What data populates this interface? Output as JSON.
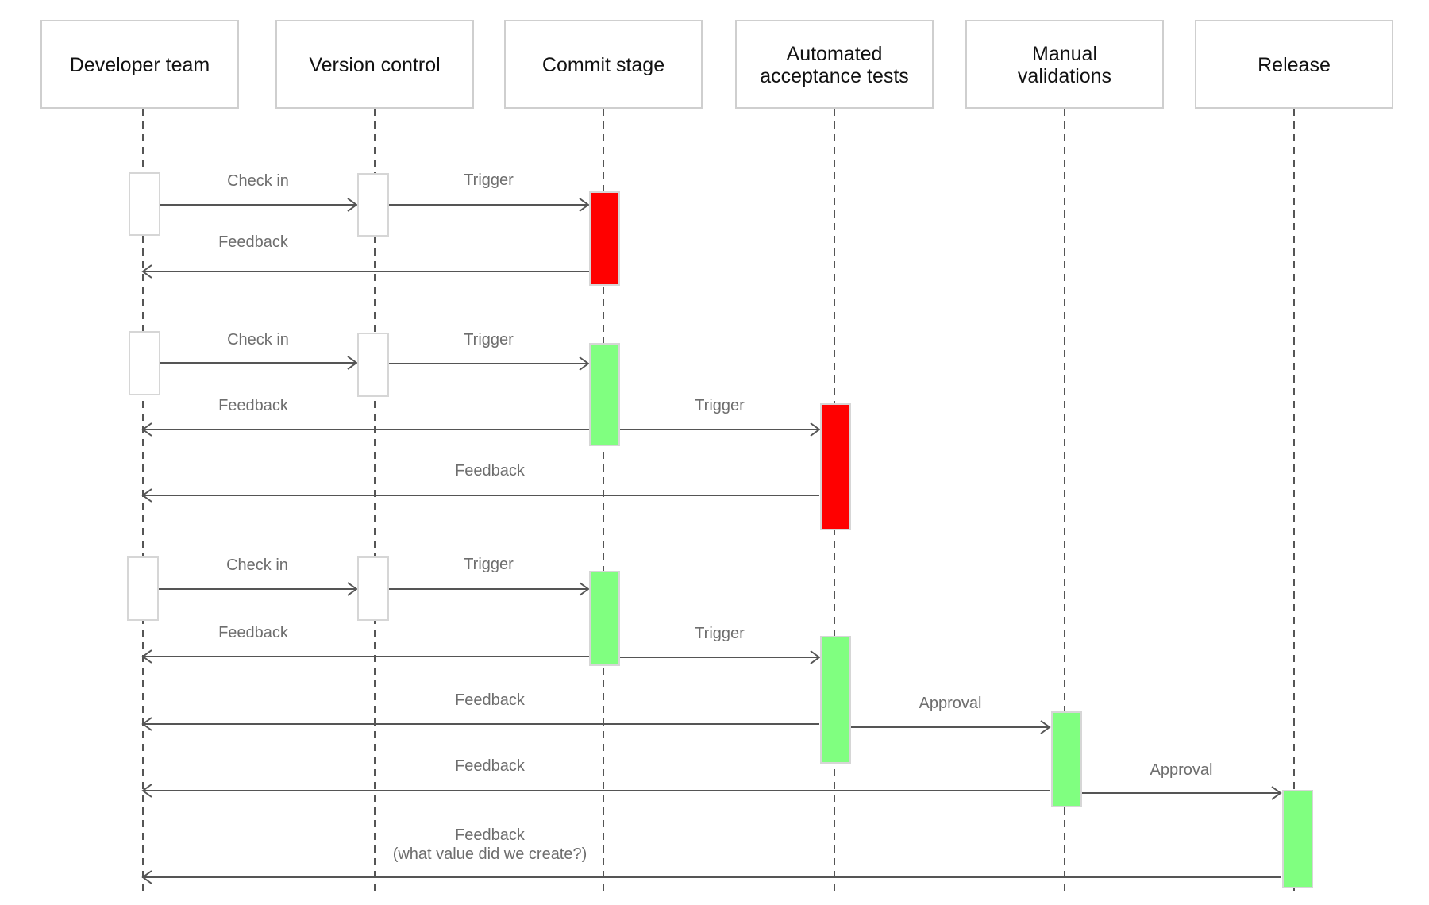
{
  "colors": {
    "fail": "#ff0000",
    "pass": "#80ff80",
    "idle": "#ffffff"
  },
  "lanes": [
    {
      "id": "dev",
      "label": [
        "Developer team"
      ]
    },
    {
      "id": "vc",
      "label": [
        "Version control"
      ]
    },
    {
      "id": "commit",
      "label": [
        "Commit stage"
      ]
    },
    {
      "id": "auto",
      "label": [
        "Automated",
        "acceptance tests"
      ]
    },
    {
      "id": "manual",
      "label": [
        "Manual",
        "validations"
      ]
    },
    {
      "id": "release",
      "label": [
        "Release"
      ]
    }
  ],
  "activations": [
    {
      "lane": "dev",
      "status": "idle",
      "group": 1
    },
    {
      "lane": "vc",
      "status": "idle",
      "group": 1
    },
    {
      "lane": "commit",
      "status": "fail",
      "group": 1
    },
    {
      "lane": "dev",
      "status": "idle",
      "group": 2
    },
    {
      "lane": "vc",
      "status": "idle",
      "group": 2
    },
    {
      "lane": "commit",
      "status": "pass",
      "group": 2
    },
    {
      "lane": "auto",
      "status": "fail",
      "group": 2
    },
    {
      "lane": "dev",
      "status": "idle",
      "group": 3
    },
    {
      "lane": "vc",
      "status": "idle",
      "group": 3
    },
    {
      "lane": "commit",
      "status": "pass",
      "group": 3
    },
    {
      "lane": "auto",
      "status": "pass",
      "group": 3
    },
    {
      "lane": "manual",
      "status": "pass",
      "group": 3
    },
    {
      "lane": "release",
      "status": "pass",
      "group": 3
    }
  ],
  "messages": [
    {
      "from": "dev",
      "to": "vc",
      "label": [
        "Check in"
      ]
    },
    {
      "from": "vc",
      "to": "commit",
      "label": [
        "Trigger"
      ]
    },
    {
      "from": "commit",
      "to": "dev",
      "label": [
        "Feedback"
      ]
    },
    {
      "from": "dev",
      "to": "vc",
      "label": [
        "Check in"
      ]
    },
    {
      "from": "vc",
      "to": "commit",
      "label": [
        "Trigger"
      ]
    },
    {
      "from": "commit",
      "to": "dev",
      "label": [
        "Feedback"
      ]
    },
    {
      "from": "commit",
      "to": "auto",
      "label": [
        "Trigger"
      ]
    },
    {
      "from": "auto",
      "to": "dev",
      "label": [
        "Feedback"
      ]
    },
    {
      "from": "dev",
      "to": "vc",
      "label": [
        "Check in"
      ]
    },
    {
      "from": "vc",
      "to": "commit",
      "label": [
        "Trigger"
      ]
    },
    {
      "from": "commit",
      "to": "dev",
      "label": [
        "Feedback"
      ]
    },
    {
      "from": "commit",
      "to": "auto",
      "label": [
        "Trigger"
      ]
    },
    {
      "from": "auto",
      "to": "dev",
      "label": [
        "Feedback"
      ]
    },
    {
      "from": "auto",
      "to": "manual",
      "label": [
        "Approval"
      ]
    },
    {
      "from": "manual",
      "to": "dev",
      "label": [
        "Feedback"
      ]
    },
    {
      "from": "manual",
      "to": "release",
      "label": [
        "Approval"
      ]
    },
    {
      "from": "release",
      "to": "dev",
      "label": [
        "Feedback",
        "(what value did we create?)"
      ]
    }
  ]
}
